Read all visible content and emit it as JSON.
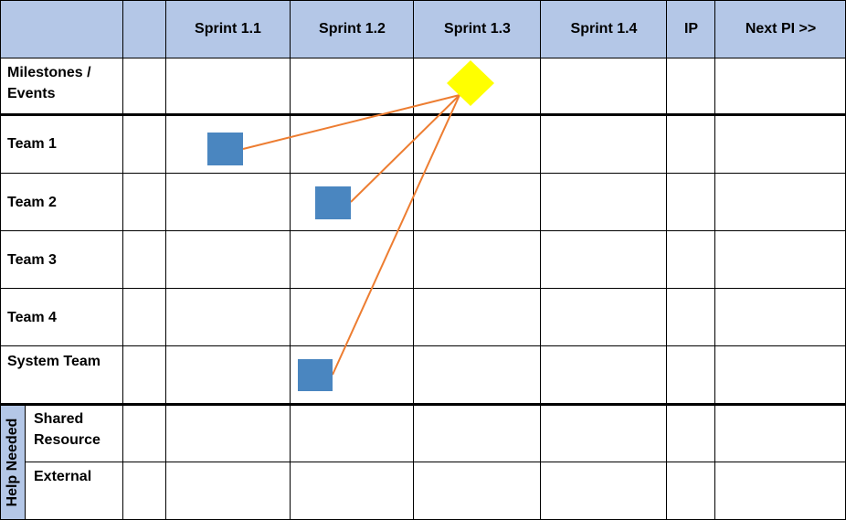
{
  "columns": [
    {
      "label": ""
    },
    {
      "label": "Sprint 1.1"
    },
    {
      "label": "Sprint 1.2"
    },
    {
      "label": "Sprint 1.3"
    },
    {
      "label": "Sprint 1.4"
    },
    {
      "label": "IP"
    },
    {
      "label": "Next PI >>"
    }
  ],
  "rows": {
    "milestones": "Milestones /\nEvents",
    "team1": "Team 1",
    "team2": "Team 2",
    "team3": "Team 3",
    "team4": "Team 4",
    "system_team": "System Team"
  },
  "help_group": {
    "label": "Help Needed",
    "rows": [
      "Shared\nResource",
      "External"
    ]
  },
  "colors": {
    "header_bg": "#b4c7e7",
    "feature_fill": "#4a86c0",
    "milestone_fill": "#ffff00",
    "dependency_line": "#ed7d31"
  },
  "items": [
    {
      "type": "milestone",
      "row": "milestones",
      "sprint": "Sprint 1.3"
    },
    {
      "type": "feature",
      "row": "team1",
      "sprint": "Sprint 1.1"
    },
    {
      "type": "feature",
      "row": "team2",
      "sprint": "Sprint 1.2"
    },
    {
      "type": "feature",
      "row": "system_team",
      "sprint": "Sprint 1.2"
    }
  ],
  "dependencies": [
    {
      "from": "team1",
      "to": "milestones"
    },
    {
      "from": "team2",
      "to": "milestones"
    },
    {
      "from": "system_team",
      "to": "milestones"
    }
  ]
}
